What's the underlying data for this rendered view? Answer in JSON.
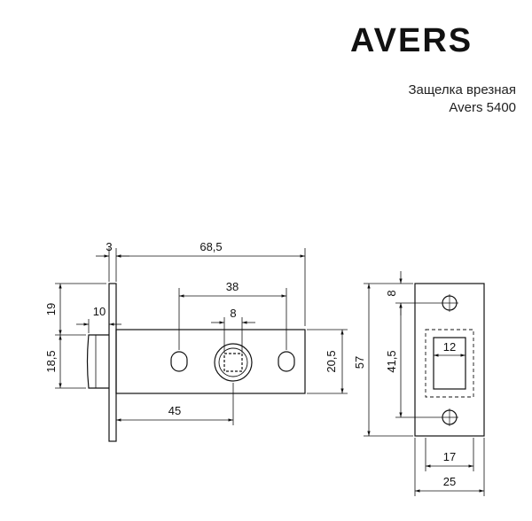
{
  "brand": {
    "logo_text": "AVERS"
  },
  "product": {
    "name_line1": "Защелка врезная",
    "name_line2": "Avers 5400"
  },
  "dimensions": {
    "faceplate_thickness": "3",
    "backset_total": "68,5",
    "hole_spacing": "38",
    "spindle_square": "8",
    "latch_height": "10",
    "face_top": "19",
    "latch_tongue": "18,5",
    "backset": "45",
    "body_height": "20,5",
    "strike_height": "57",
    "strike_hole_spacing": "41,5",
    "strike_hole_offset": "8",
    "strike_opening_width": "12",
    "strike_inner_width": "17",
    "strike_width": "25"
  }
}
